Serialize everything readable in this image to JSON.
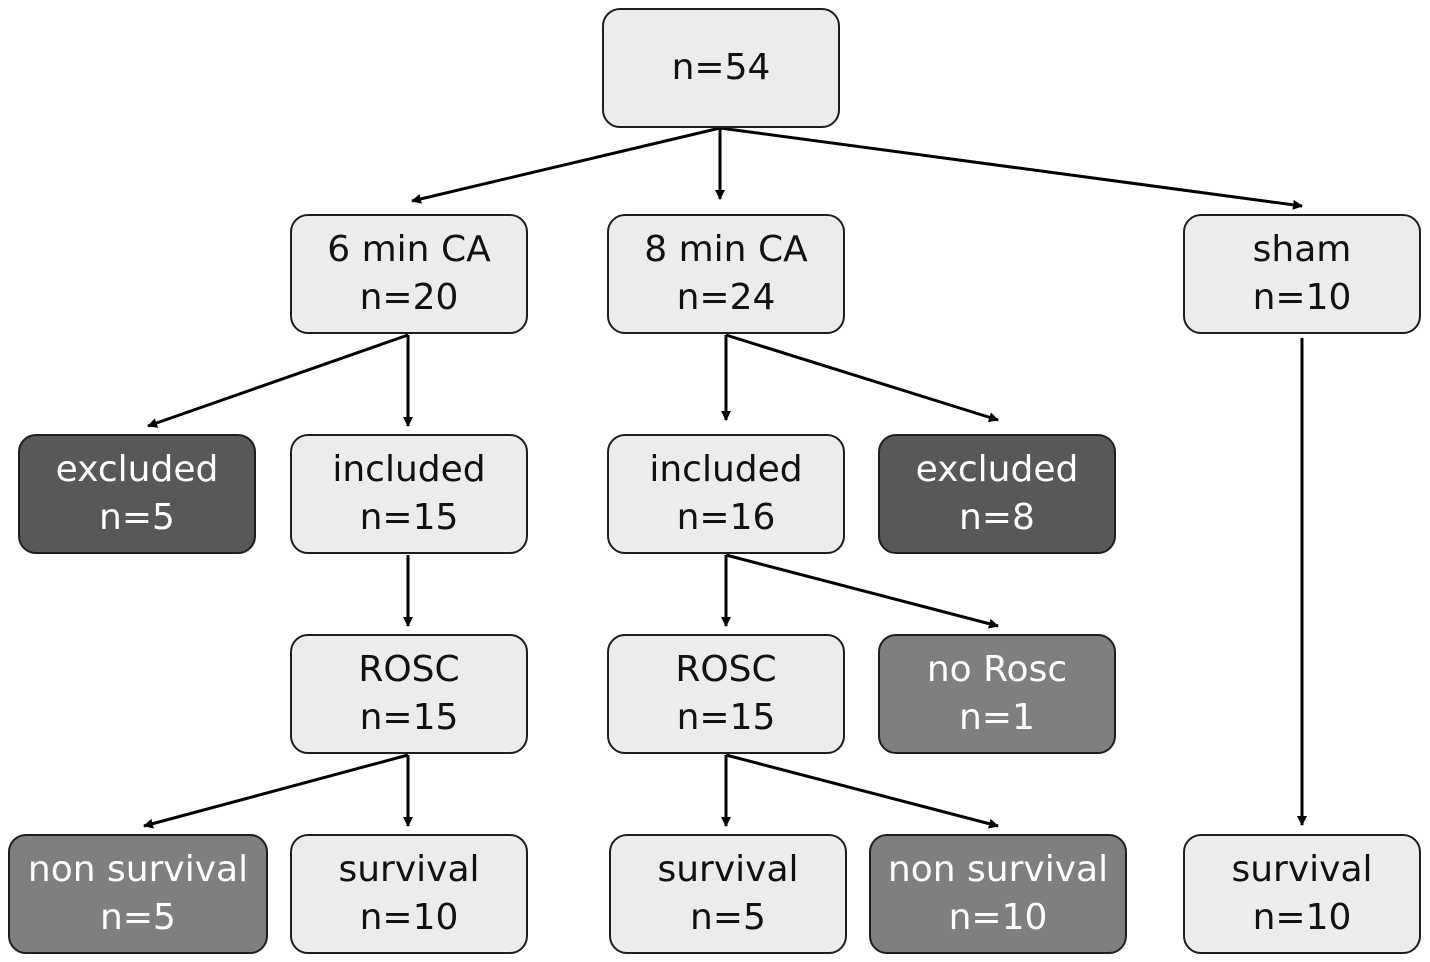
{
  "colors": {
    "light_box": "#ececec",
    "mid_box": "#7f7f7f",
    "dark_box": "#585858",
    "border": "#1e1e1e",
    "arrow": "#000000"
  },
  "nodes": {
    "root": {
      "line1": "n=54"
    },
    "ca6": {
      "line1": "6 min CA",
      "line2": "n=20"
    },
    "ca8": {
      "line1": "8 min CA",
      "line2": "n=24"
    },
    "sham": {
      "line1": "sham",
      "line2": "n=10"
    },
    "ca6_excluded": {
      "line1": "excluded",
      "line2": "n=5"
    },
    "ca6_included": {
      "line1": "included",
      "line2": "n=15"
    },
    "ca8_included": {
      "line1": "included",
      "line2": "n=16"
    },
    "ca8_excluded": {
      "line1": "excluded",
      "line2": "n=8"
    },
    "ca6_rosc": {
      "line1": "ROSC",
      "line2": "n=15"
    },
    "ca8_rosc": {
      "line1": "ROSC",
      "line2": "n=15"
    },
    "ca8_no_rosc": {
      "line1": "no Rosc",
      "line2": "n=1"
    },
    "ca6_non_survival": {
      "line1": "non survival",
      "line2": "n=5"
    },
    "ca6_survival": {
      "line1": "survival",
      "line2": "n=10"
    },
    "ca8_survival": {
      "line1": "survival",
      "line2": "n=5"
    },
    "ca8_non_survival": {
      "line1": "non survival",
      "line2": "n=10"
    },
    "sham_survival": {
      "line1": "survival",
      "line2": "n=10"
    }
  }
}
